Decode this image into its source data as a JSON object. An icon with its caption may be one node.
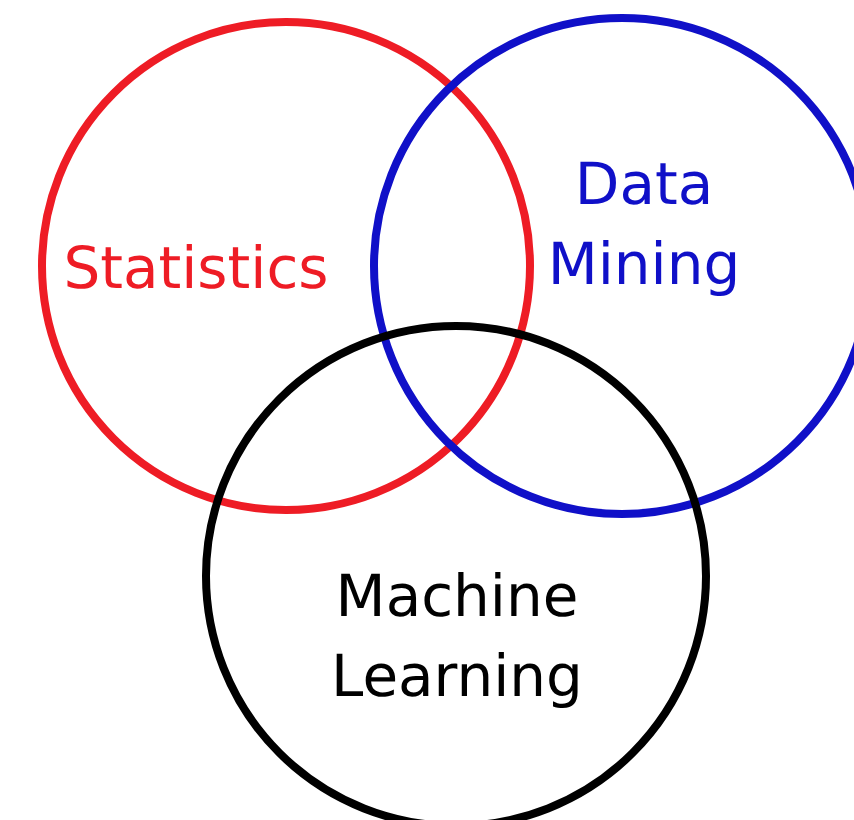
{
  "diagram": {
    "nodes": [
      {
        "text": [
          "Statistics"
        ]
      },
      {
        "text": [
          "Data Mining"
        ]
      },
      {
        "text": [
          "Machine Learning"
        ]
      }
    ]
  }
}
